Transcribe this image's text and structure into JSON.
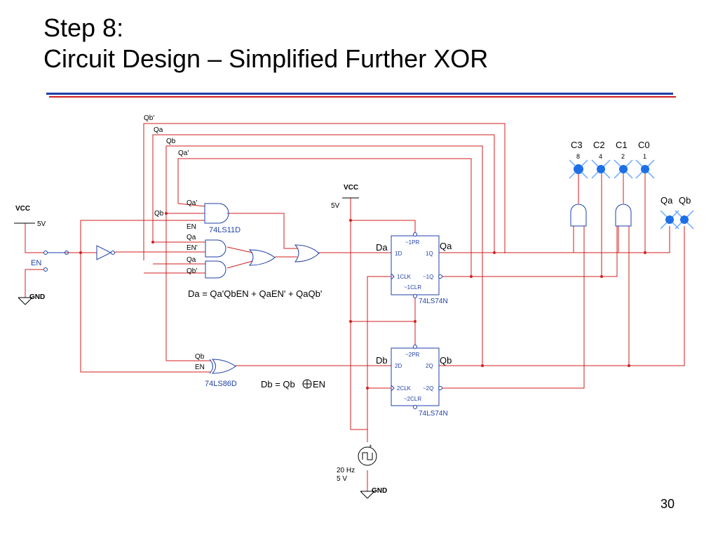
{
  "slide": {
    "title_line1": "Step 8:",
    "title_line2": "Circuit Design – Simplified Further XOR",
    "page_number": "30"
  },
  "colors": {
    "wire": "#d11f1f",
    "component": "#1f3fa8",
    "label": "#000000",
    "led": "#1e6fe6",
    "rule_blue": "#1f3fa8",
    "rule_red": "#d11f1f"
  },
  "schematic": {
    "feedback_labels": {
      "qb_not": "Qb'",
      "qa": "Qa",
      "qb": "Qb",
      "qa_not": "Qa'"
    },
    "vcc_left": {
      "label": "VCC",
      "value": "5V"
    },
    "vcc_mid": {
      "label": "VCC",
      "value": "5V"
    },
    "switch": {
      "label": "EN"
    },
    "gnd_left": {
      "label": "GND"
    },
    "gnd_clock": {
      "label": "GND"
    },
    "and3_inputs": [
      "Qa'",
      "Qb",
      "EN"
    ],
    "and3_part": "74LS11D",
    "and2a_inputs": [
      "Qa",
      "EN'"
    ],
    "and2b_inputs": [
      "Qa",
      "Qb'"
    ],
    "da_equation": "Da = Qa'QbEN + QaEN' + QaQb'",
    "xor_inputs": [
      "Qb",
      "EN"
    ],
    "xor_part": "74LS86D",
    "db_equation_left": "Db = Qb",
    "db_equation_right": "EN",
    "ff1": {
      "d_label": "Da",
      "q_label": "Qa",
      "pins": {
        "pr": "~1PR",
        "d": "1D",
        "q": "1Q",
        "clk": "1CLK",
        "qn": "~1Q",
        "clr": "~1CLR"
      },
      "part": "74LS74N"
    },
    "ff2": {
      "d_label": "Db",
      "q_label": "Qb",
      "pins": {
        "pr": "~2PR",
        "d": "2D",
        "q": "2Q",
        "clk": "2CLK",
        "qn": "~2Q",
        "clr": "~2CLR"
      },
      "part": "74LS74N"
    },
    "clock": {
      "freq": "20 Hz",
      "amp": "5 V"
    },
    "outputs": [
      {
        "name": "C3",
        "weight": "8"
      },
      {
        "name": "C2",
        "weight": "4"
      },
      {
        "name": "C1",
        "weight": "2"
      },
      {
        "name": "C0",
        "weight": "1"
      }
    ],
    "state_leds": [
      "Qa",
      "Qb"
    ]
  }
}
